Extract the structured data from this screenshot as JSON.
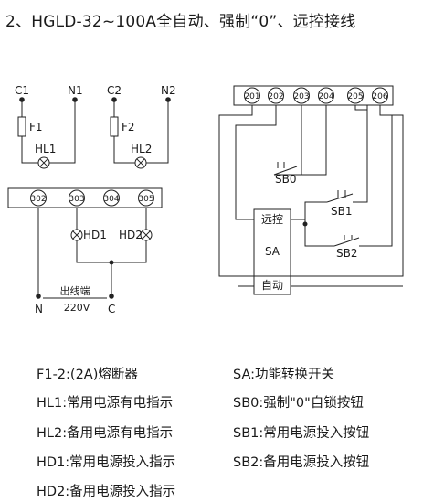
{
  "title": "2、HGLD-32~100A全自动、强制“0”、远控接线",
  "circuit1": {
    "labels": {
      "c1": "C1",
      "n1": "N1",
      "c2": "C2",
      "n2": "N2",
      "f1": "F1",
      "f2": "F2",
      "hl1": "HL1",
      "hl2": "HL2"
    }
  },
  "circuit2": {
    "terminals": [
      "302",
      "303",
      "304",
      "305"
    ],
    "labels": {
      "hd1": "HD1",
      "hd2": "HD2",
      "n": "N",
      "c": "C",
      "out": "出线端",
      "volt": "220V"
    }
  },
  "circuit3": {
    "terminals": [
      "201",
      "202",
      "203",
      "204",
      "205",
      "206"
    ],
    "labels": {
      "sb0": "SB0",
      "sb1": "SB1",
      "sb2": "SB2",
      "remote": "远控",
      "sa": "SA",
      "auto": "自动"
    }
  },
  "legend": {
    "left": [
      "F1-2:(2A)熔断器",
      "HL1:常用电源有电指示",
      "HL2:备用电源有电指示",
      "HD1:常用电源投入指示",
      "HD2:备用电源投入指示"
    ],
    "right": [
      "SA:功能转换开关",
      "SB0:强制\"0\"自锁按钮",
      "SB1:常用电源投入按钮",
      "SB2:备用电源投入按钮"
    ]
  }
}
